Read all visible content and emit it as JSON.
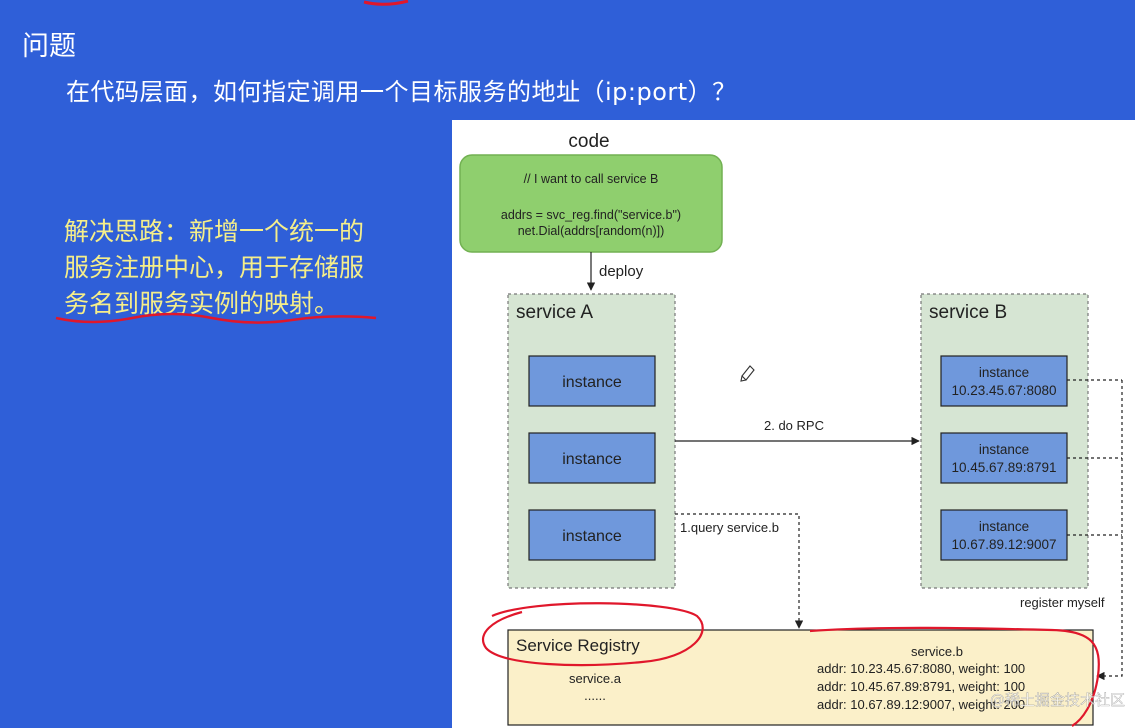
{
  "slide": {
    "title": "问题",
    "question": "在代码层面，如何指定调用一个目标服务的地址（ip:port）？",
    "solution_lines": [
      "解决思路：新增一个统一的",
      "服务注册中心，用于存储服",
      "务名到服务实例的映射。"
    ]
  },
  "diagram": {
    "code_label": "code",
    "code_box": {
      "comment": "// I want to call service B",
      "line1": "addrs = svc_reg.find(\"service.b\")",
      "line2": "net.Dial(addrs[random(n)])"
    },
    "deploy_label": "deploy",
    "service_a": {
      "title": "service A",
      "instances": [
        "instance",
        "instance",
        "instance"
      ]
    },
    "service_b": {
      "title": "service B",
      "instances": [
        {
          "label": "instance",
          "addr": "10.23.45.67:8080"
        },
        {
          "label": "instance",
          "addr": "10.45.67.89:8791"
        },
        {
          "label": "instance",
          "addr": "10.67.89.12:9007"
        }
      ]
    },
    "rpc_label": "2. do RPC",
    "query_label": "1.query service.b",
    "register_label": "register myself",
    "registry": {
      "title": "Service Registry",
      "left_service": "service.a",
      "left_ellipsis": "......",
      "right_service": "service.b",
      "entries": [
        "addr: 10.23.45.67:8080, weight: 100",
        "addr: 10.45.67.89:8791, weight: 100",
        "addr: 10.67.89.12:9007, weight: 200"
      ]
    },
    "watermark": "@稀土掘金技术社区"
  },
  "colors": {
    "slide_bg": "#2f5fd8",
    "code_box_fill": "#8fcf6e",
    "service_fill": "#d6e5d3",
    "instance_fill": "#6f98dc",
    "registry_fill": "#fbf0c9",
    "annotation_red": "#e0172b",
    "solution_text": "#f5ee8a"
  }
}
